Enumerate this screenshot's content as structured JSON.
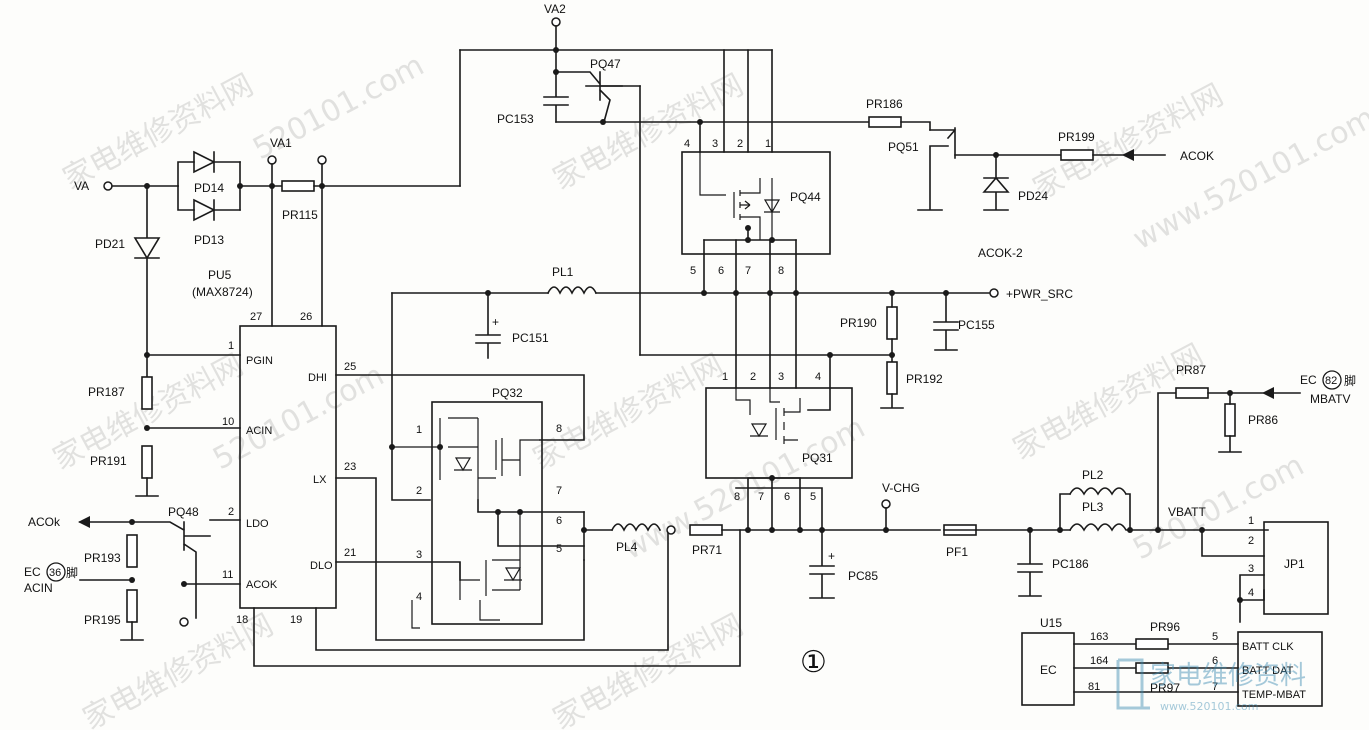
{
  "labels": {
    "va2": "VA2",
    "va1": "VA1",
    "va": "VA",
    "pq47": "PQ47",
    "pc153": "PC153",
    "pr186": "PR186",
    "pq51": "PQ51",
    "pr199": "PR199",
    "acok_in": "ACOK",
    "pd24": "PD24",
    "acok2": "ACOK-2",
    "pq44": "PQ44",
    "pd14": "PD14",
    "pd13": "PD13",
    "pr115": "PR115",
    "pd21": "PD21",
    "pu5": "PU5",
    "max8724": "(MAX8724)",
    "pl1": "PL1",
    "pc151": "PC151",
    "pwr_src": "+PWR_SRC",
    "pr190": "PR190",
    "pc155": "PC155",
    "pr192": "PR192",
    "pq32": "PQ32",
    "pq31": "PQ31",
    "pr187": "PR187",
    "pr191": "PR191",
    "pq48": "PQ48",
    "acok_out": "ACOk",
    "pr193": "PR193",
    "pr195": "PR195",
    "ec36": "EC",
    "ec36_num": "36",
    "ec36_jiao": "脚",
    "acin_net": "ACIN",
    "pl4": "PL4",
    "pr71": "PR71",
    "pc85": "PC85",
    "v_chg": "V-CHG",
    "pf1": "PF1",
    "pc186": "PC186",
    "pl2": "PL2",
    "pl3": "PL3",
    "vbatt": "VBATT",
    "jp1": "JP1",
    "pr87": "PR87",
    "pr86": "PR86",
    "ec82": "EC",
    "ec82_num": "82",
    "ec82_jiao": "脚",
    "mbatv": "MBATV",
    "u15": "U15",
    "ec_chip": "EC",
    "pr96": "PR96",
    "pr97": "PR97",
    "batt_clk": "BATT CLK",
    "batt_dat": "BATT DAT",
    "temp_mbat": "TEMP-MBAT",
    "circle_one": "①"
  },
  "pins": {
    "pu5": {
      "p27": "27",
      "p26": "26",
      "p1": "1",
      "p10": "10",
      "p2": "2",
      "p11": "11",
      "p18": "18",
      "p19": "19",
      "p25": "25",
      "p23": "23",
      "p21": "21",
      "pgin": "PGIN",
      "acin": "ACIN",
      "ldo": "LDO",
      "acok": "ACOK",
      "dhi": "DHI",
      "lx": "LX",
      "dlo": "DLO"
    },
    "pq44": {
      "p4": "4",
      "p3": "3",
      "p2": "2",
      "p1": "1",
      "p5": "5",
      "p6": "6",
      "p7": "7",
      "p8": "8"
    },
    "pq31": {
      "p1": "1",
      "p2": "2",
      "p3": "3",
      "p4": "4",
      "p8": "8",
      "p7": "7",
      "p6": "6",
      "p5": "5"
    },
    "pq32": {
      "p1": "1",
      "p2": "2",
      "p3": "3",
      "p4": "4",
      "p8": "8",
      "p7": "7",
      "p6": "6",
      "p5": "5"
    },
    "jp1": {
      "p1": "1",
      "p2": "2",
      "p3": "3",
      "p4": "4"
    },
    "u15": {
      "p163": "163",
      "p164": "164",
      "p81": "81",
      "p5": "5",
      "p6": "6",
      "p7": "7"
    }
  },
  "watermark": {
    "cn": "家电维修资料网",
    "url": "www.520101.com",
    "num": "520101.com",
    "logo_cn": "家电维修资料",
    "logo_url": "www.520101.com"
  }
}
